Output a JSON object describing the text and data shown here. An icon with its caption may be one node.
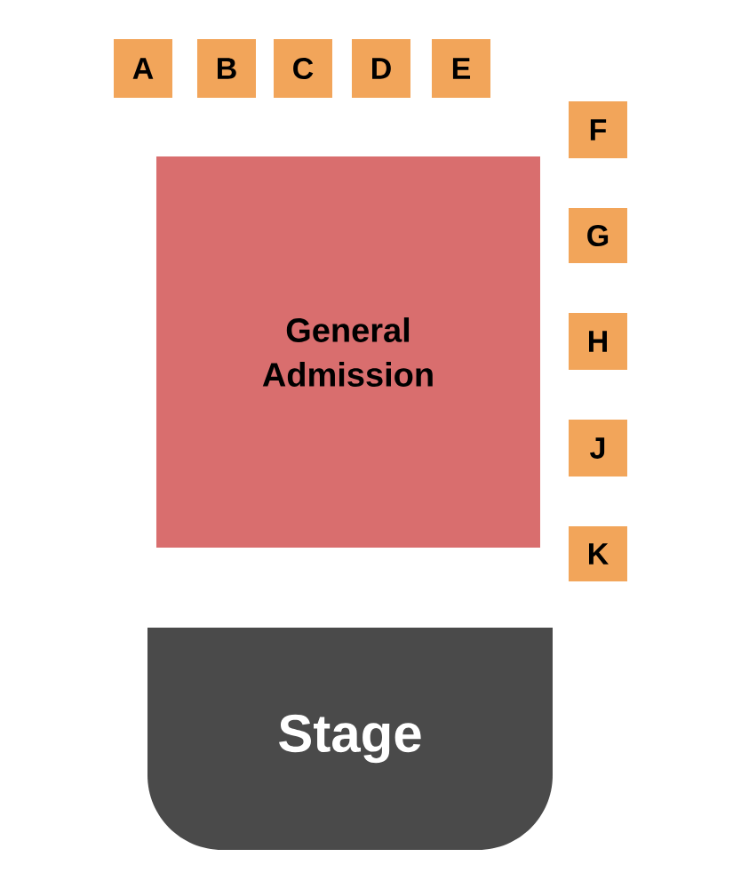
{
  "diagram": {
    "nodes": [
      {
        "text": [
          "A"
        ]
      },
      {
        "text": [
          "B"
        ]
      },
      {
        "text": [
          "C"
        ]
      },
      {
        "text": [
          "D"
        ]
      },
      {
        "text": [
          "E"
        ]
      },
      {
        "text": [
          "F"
        ]
      },
      {
        "text": [
          "G"
        ]
      },
      {
        "text": [
          "H"
        ]
      },
      {
        "text": [
          "J"
        ]
      },
      {
        "text": [
          "K"
        ]
      },
      {
        "text": [
          "General Admission"
        ]
      },
      {
        "text": [
          "Stage"
        ]
      }
    ]
  }
}
